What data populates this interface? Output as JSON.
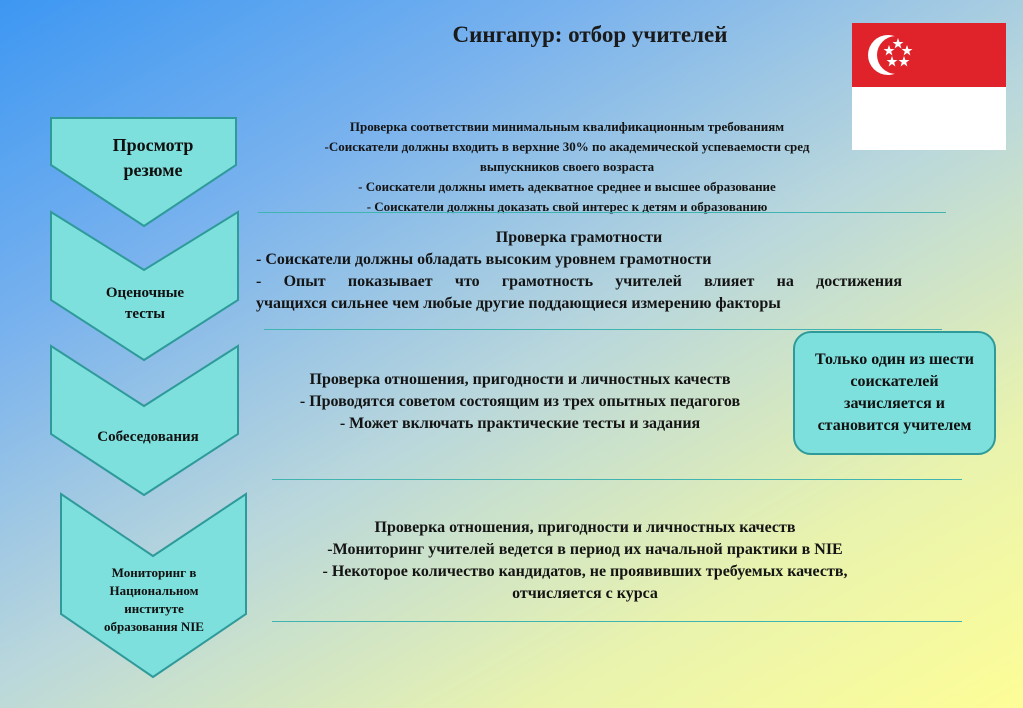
{
  "title": "Сингапур: отбор учителей",
  "colors": {
    "chevron_fill": "#7ee0dd",
    "chevron_stroke": "#2e9a9a",
    "flag_red": "#e0222b",
    "flag_white": "#ffffff",
    "separator": "#3fb4b0"
  },
  "steps": [
    {
      "label": "Просмотр резюме",
      "lines": [
        "Проверка соответствии минимальным квалификационным требованиям",
        "-Соискатели должны входить в верхние 30% по академической успеваемости сред",
        "выпускников своего возраста",
        "- Соискатели должны иметь адекватное среднее и высшее образование",
        "- Соискатели должны доказать свой интерес к детям и образованию"
      ]
    },
    {
      "label": "Оценочные тесты",
      "lines": [
        "Проверка грамотности",
        "-  Соискатели должны обладать высоким уровнем грамотности",
        "-  Опыт показывает что грамотность учителей влияет на достижения",
        "учащихся сильнее чем любые другие поддающиеся измерению факторы"
      ]
    },
    {
      "label": "Собеседования",
      "lines": [
        "Проверка отношения, пригодности и личностных качеств",
        "- Проводятся советом состоящим из трех опытных педагогов",
        "- Может включать практические тесты и задания"
      ]
    },
    {
      "label": "Мониторинг в Национальном институте образования NIE",
      "lines": [
        "Проверка отношения, пригодности и личностных качеств",
        "-Мониторинг учителей ведется в период их начальной практики в NIE",
        "- Некоторое количество кандидатов, не проявивших требуемых качеств,",
        "отчисляется с курса"
      ]
    }
  ],
  "note": "Только один из шести соискателей зачисляется и становится учителем",
  "flag_icon": "singapore-flag-icon"
}
